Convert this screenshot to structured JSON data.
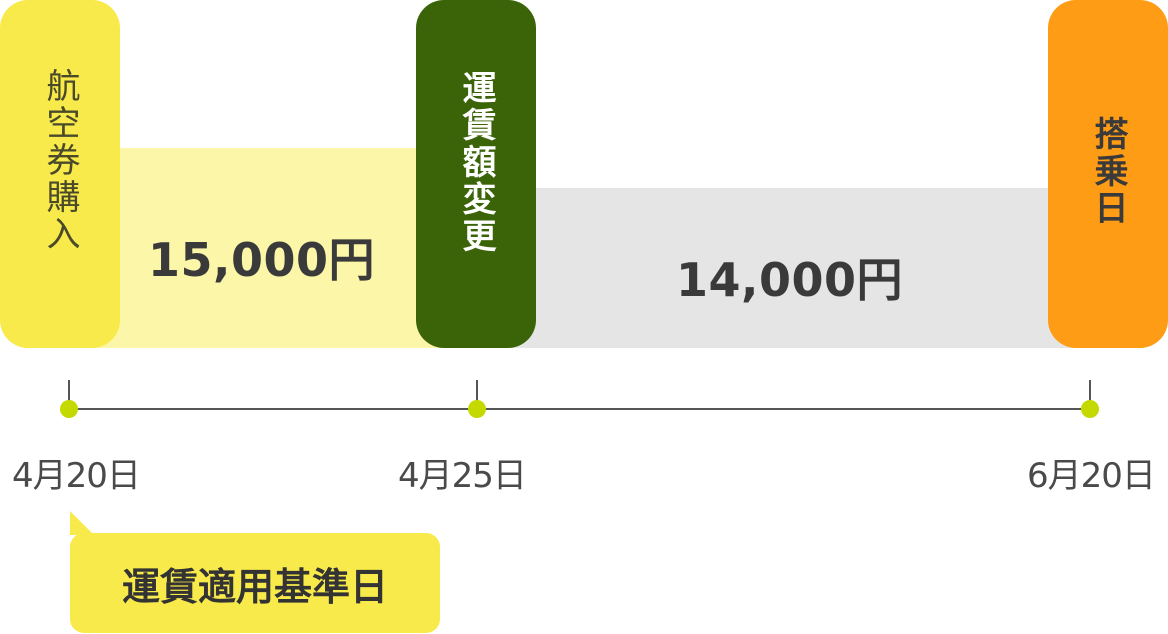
{
  "colors": {
    "purchase_box": "#f8ea4a",
    "band1": "#fcf6a8",
    "change_box": "#3b6409",
    "band2": "#e5e5e5",
    "boarding_box": "#fe9c16",
    "dot": "#c3d900",
    "callout": "#f8ea4a"
  },
  "events": {
    "purchase": {
      "label": "航空券購入"
    },
    "fare_change": {
      "label": "運賃額変更"
    },
    "boarding": {
      "label": "搭乗日"
    }
  },
  "bands": {
    "first_fare": "15,000円",
    "second_fare": "14,000円"
  },
  "timeline": {
    "date1": "4月20日",
    "date2": "4月25日",
    "date3": "6月20日"
  },
  "callout": {
    "text": "運賃適用基準日"
  }
}
